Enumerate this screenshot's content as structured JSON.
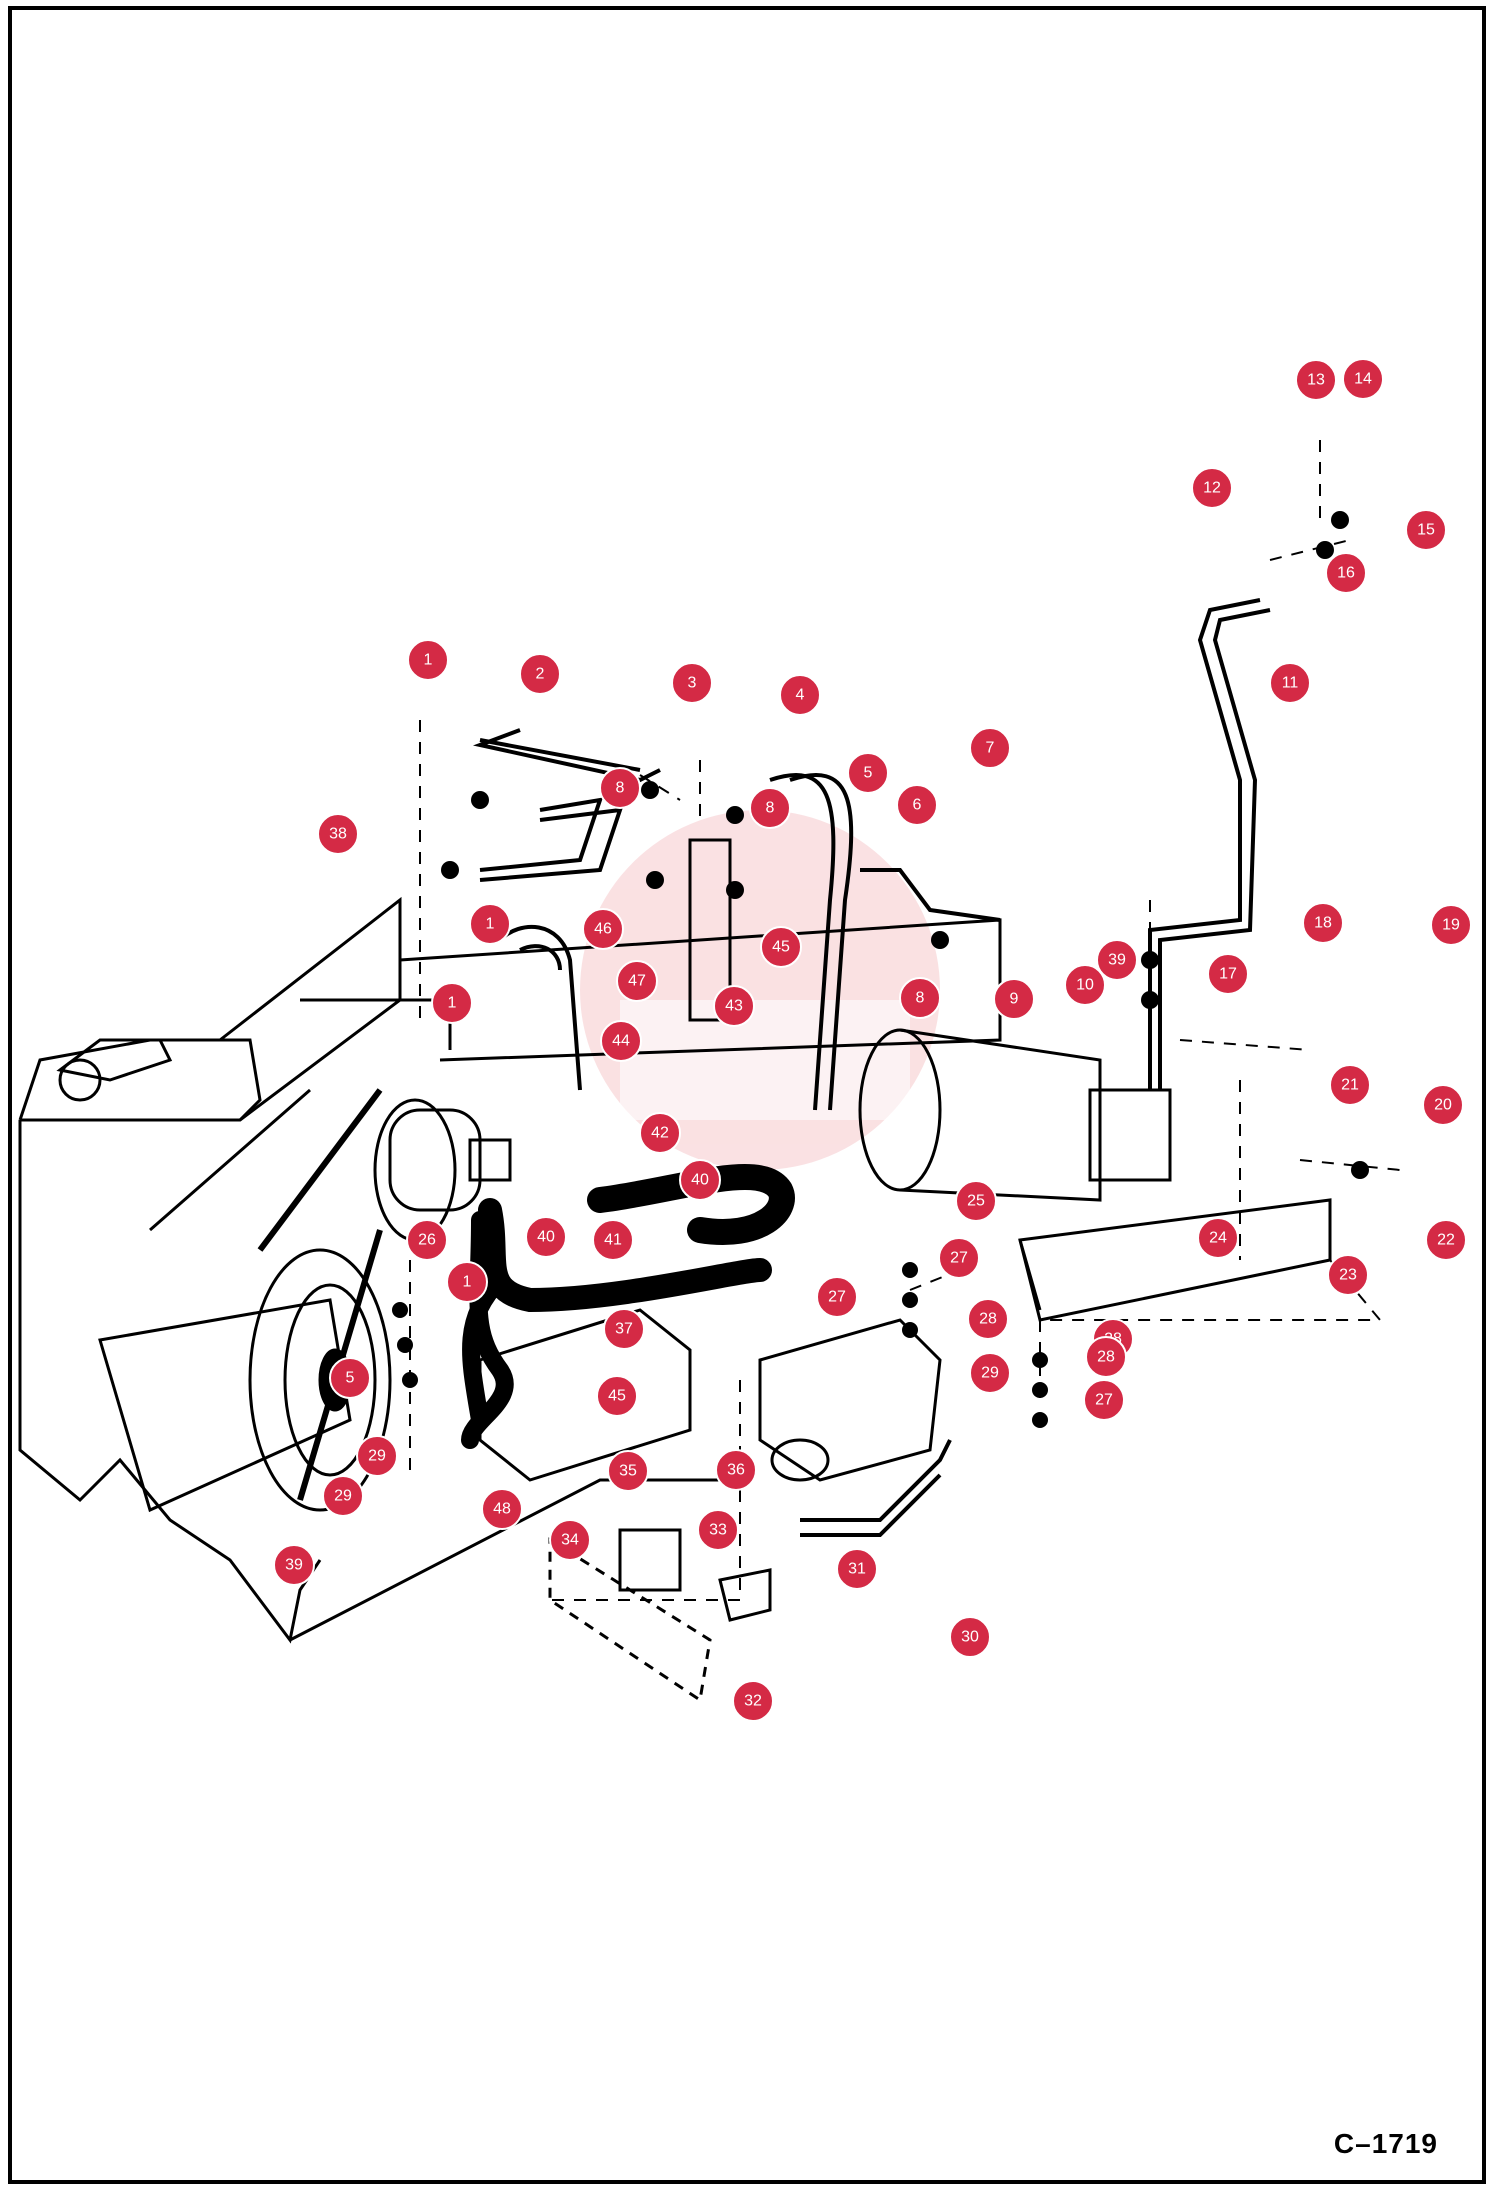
{
  "drawing_id": "C–1719",
  "colors": {
    "callout_fill": "#d42a45",
    "callout_text": "#ffffff",
    "line": "#000000",
    "watermark": "#f6c9cc"
  },
  "callouts": [
    "1",
    "2",
    "3",
    "4",
    "5",
    "6",
    "7",
    "8",
    "8",
    "8",
    "9",
    "10",
    "11",
    "12",
    "13",
    "14",
    "15",
    "16",
    "17",
    "18",
    "19",
    "20",
    "21",
    "22",
    "23",
    "24",
    "25",
    "26",
    "27",
    "27",
    "27",
    "28",
    "28",
    "28",
    "29",
    "29",
    "29",
    "30",
    "31",
    "32",
    "33",
    "34",
    "35",
    "36",
    "37",
    "38",
    "39",
    "39",
    "40",
    "40",
    "41",
    "42",
    "43",
    "44",
    "45",
    "46",
    "47",
    "48",
    "1",
    "1",
    "1",
    "5",
    "45"
  ]
}
